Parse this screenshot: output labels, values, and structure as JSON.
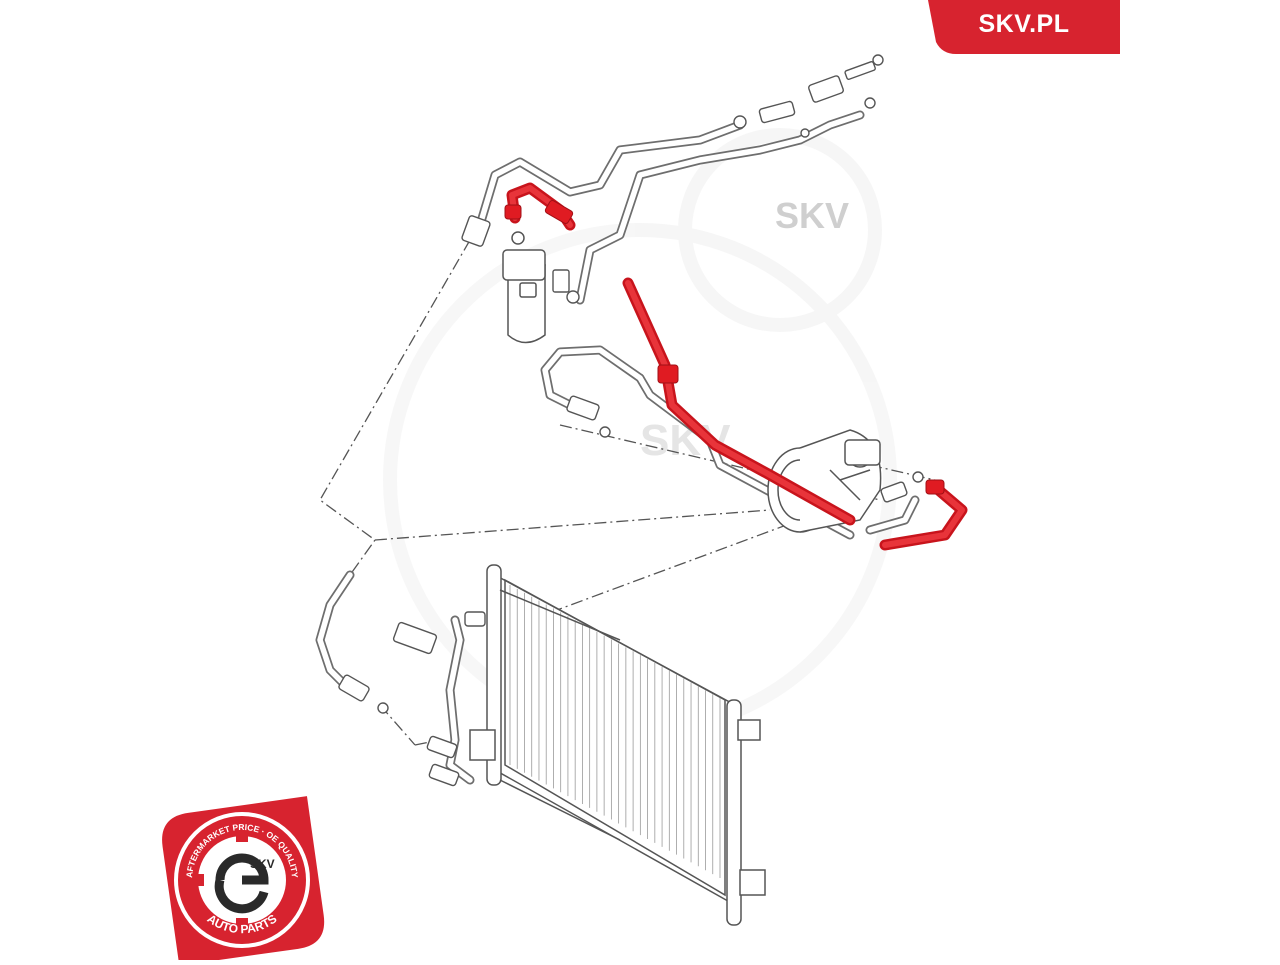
{
  "brand": {
    "logo_text": "SKV.PL",
    "accent_color": "#d7232f"
  },
  "badge": {
    "ring_text": "AFTERMARKET PRICE · OE QUALITY",
    "center_text": "SKV",
    "bottom_text": "AUTO PARTS",
    "ring_color": "#d7232f"
  },
  "watermark": {
    "text": "SKV"
  },
  "diagram": {
    "line_color": "#6e6e6e",
    "highlight_color": "#e01b22",
    "highlighted_part": "high-pressure-ac-hose"
  }
}
